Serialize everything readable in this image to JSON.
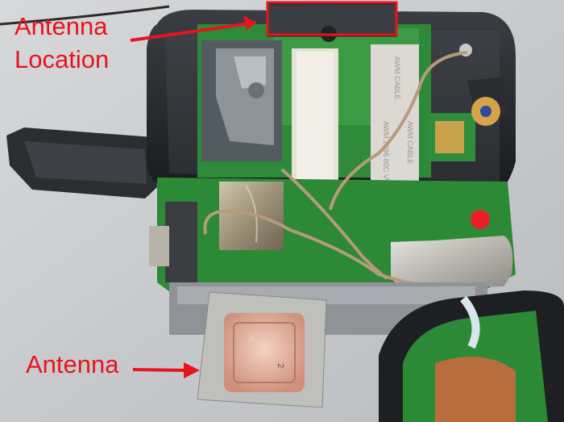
{
  "annotations": {
    "antenna_location_line1": "Antenna",
    "antenna_location_line2": "Location",
    "antenna_label": "Antenna",
    "color": "#e8141c"
  },
  "photo": {
    "cable_text": "AWM CABLE",
    "cable_text_2": "AWM 2896 80C VW-1",
    "patch_marking": "2"
  }
}
